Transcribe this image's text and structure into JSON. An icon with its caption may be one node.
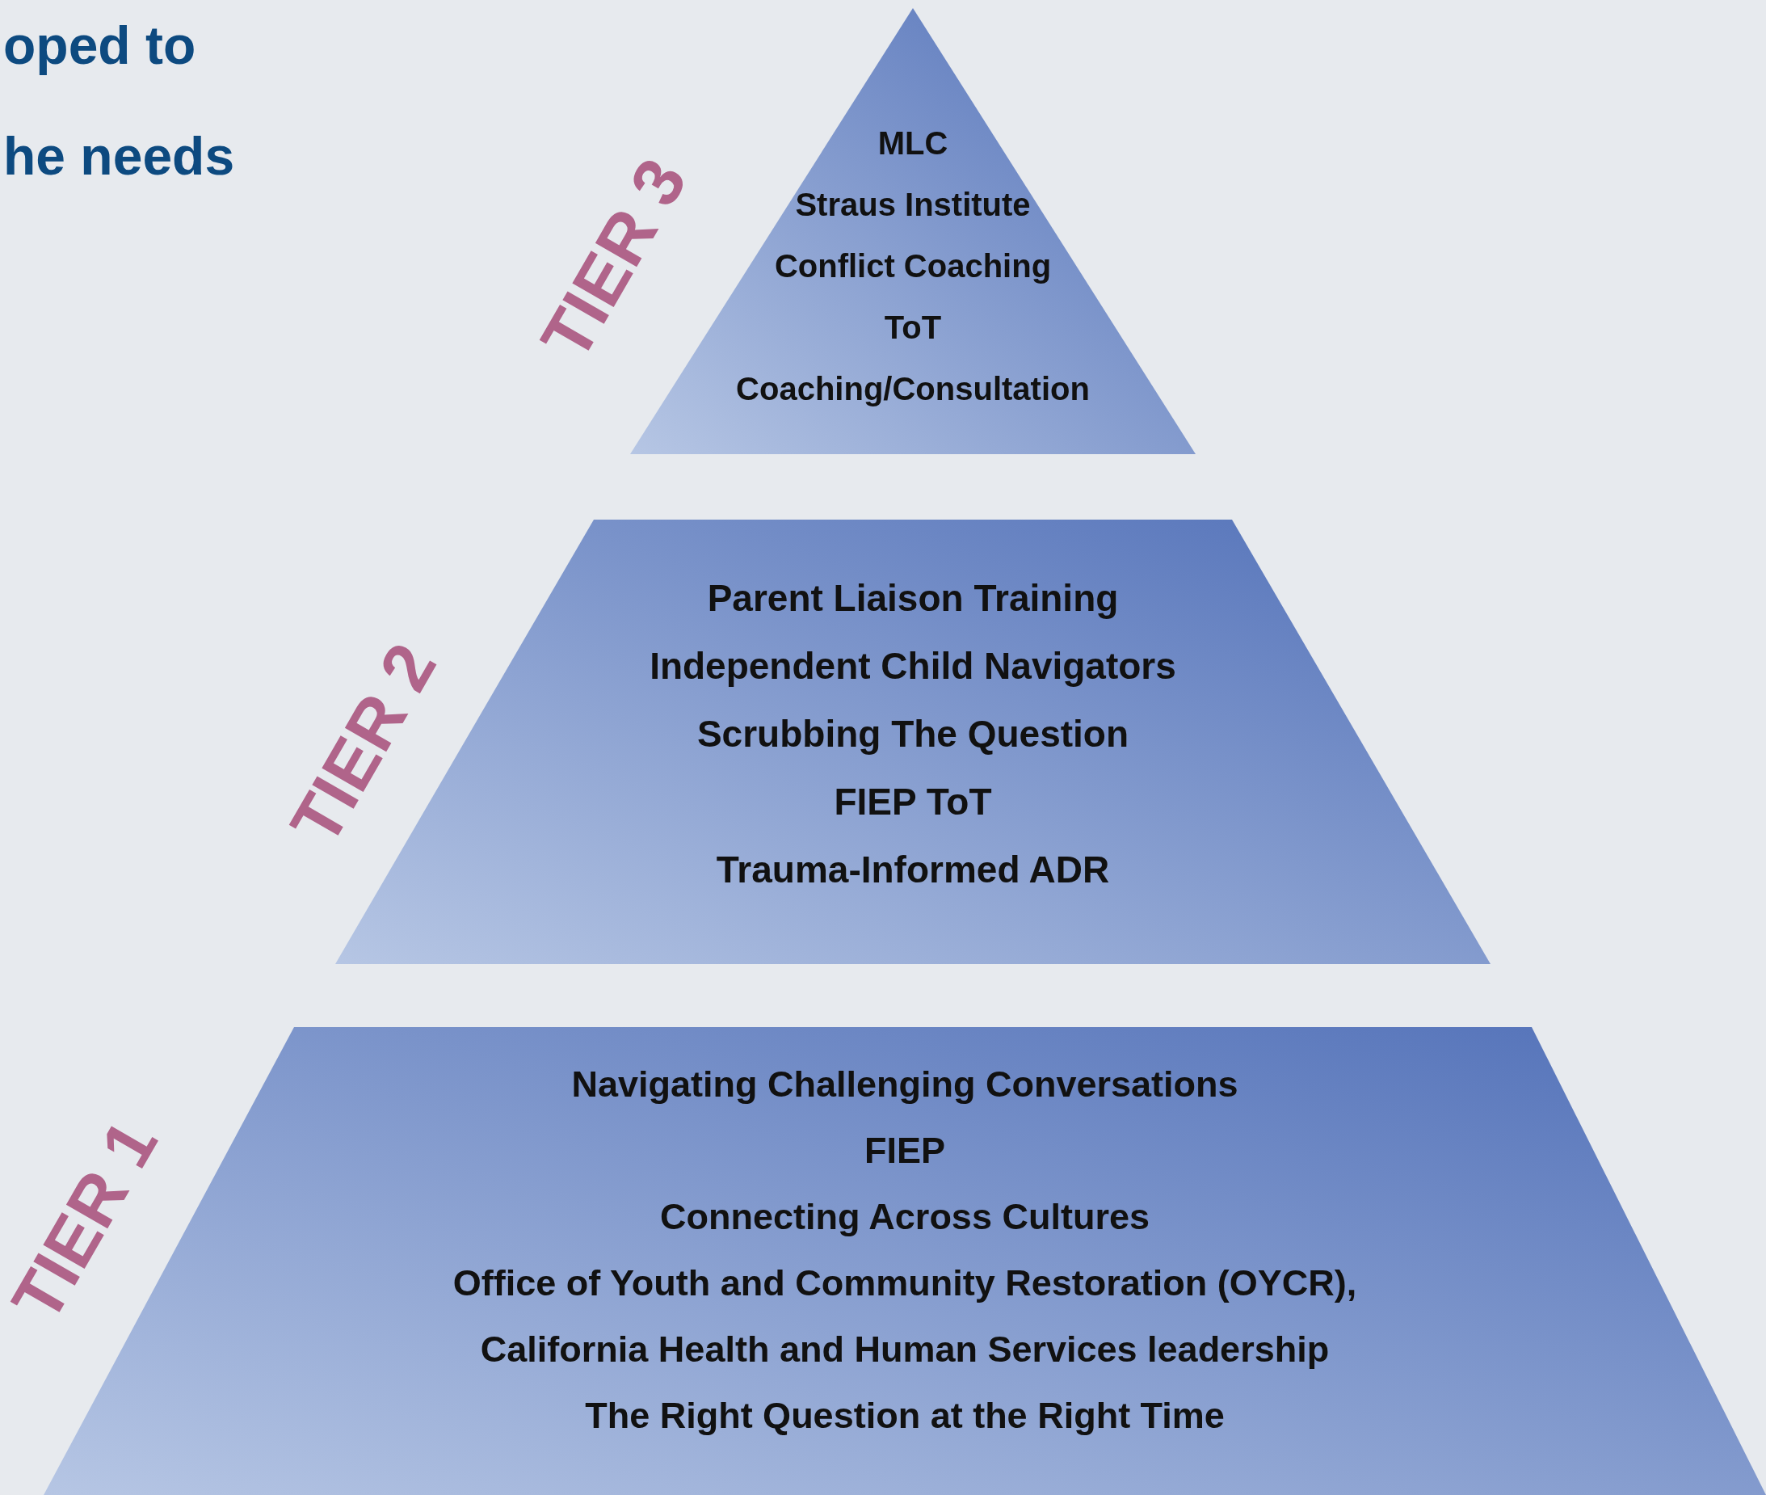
{
  "diagram": {
    "nodes": [
      {
        "text": [
          "MLC",
          "Straus Institute",
          "Conflict Coaching",
          "ToT",
          "Coaching/Consultation"
        ],
        "beside": [
          "TIER 3"
        ]
      },
      {
        "text": [
          "Parent Liaison Training",
          "Independent Child Navigators",
          "Scrubbing The Question",
          "FIEP ToT",
          "Trauma-Informed ADR"
        ],
        "beside": [
          "TIER 2"
        ]
      },
      {
        "text": [
          "Navigating Challenging Conversations",
          "FIEP",
          "Connecting Across Cultures",
          "Office of Youth and Community Restoration (OYCR),",
          "California Health and Human Services leadership",
          "The Right Question at the Right Time"
        ],
        "beside": [
          "TIER 1"
        ]
      }
    ],
    "labels": [
      "oped to",
      "he needs"
    ]
  }
}
